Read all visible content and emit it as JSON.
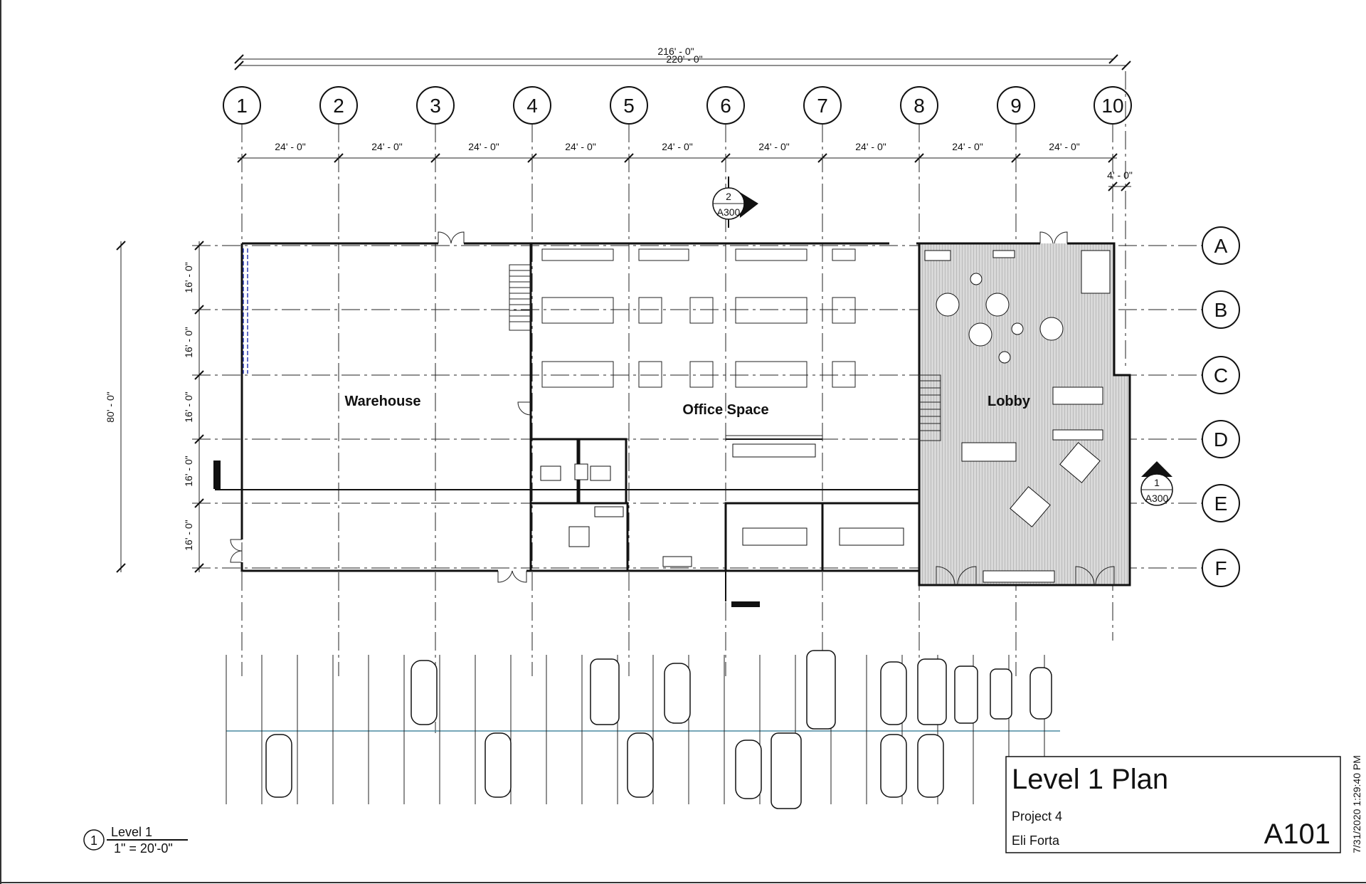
{
  "dimensions": {
    "overall_inner": "216' - 0\"",
    "overall_outer": "220' - 0\"",
    "bay": "24' - 0\"",
    "edge": "4' - 0\"",
    "row": "16' - 0\"",
    "depth": "80' - 0\""
  },
  "grid_columns": [
    "1",
    "2",
    "3",
    "4",
    "5",
    "6",
    "7",
    "8",
    "9",
    "10"
  ],
  "grid_rows": [
    "A",
    "B",
    "C",
    "D",
    "E",
    "F"
  ],
  "rooms": {
    "warehouse": "Warehouse",
    "office": "Office Space",
    "lobby": "Lobby"
  },
  "section_marks": {
    "top": {
      "number": "2",
      "sheet": "A300"
    },
    "right": {
      "number": "1",
      "sheet": "A300"
    }
  },
  "view_label": {
    "number": "1",
    "name": "Level 1",
    "scale": "1\" = 20'-0\""
  },
  "title_block": {
    "title": "Level 1 Plan",
    "project": "Project 4",
    "author": "Eli Forta",
    "sheet_number": "A101",
    "timestamp": "7/31/2020 1:29:40 PM"
  }
}
